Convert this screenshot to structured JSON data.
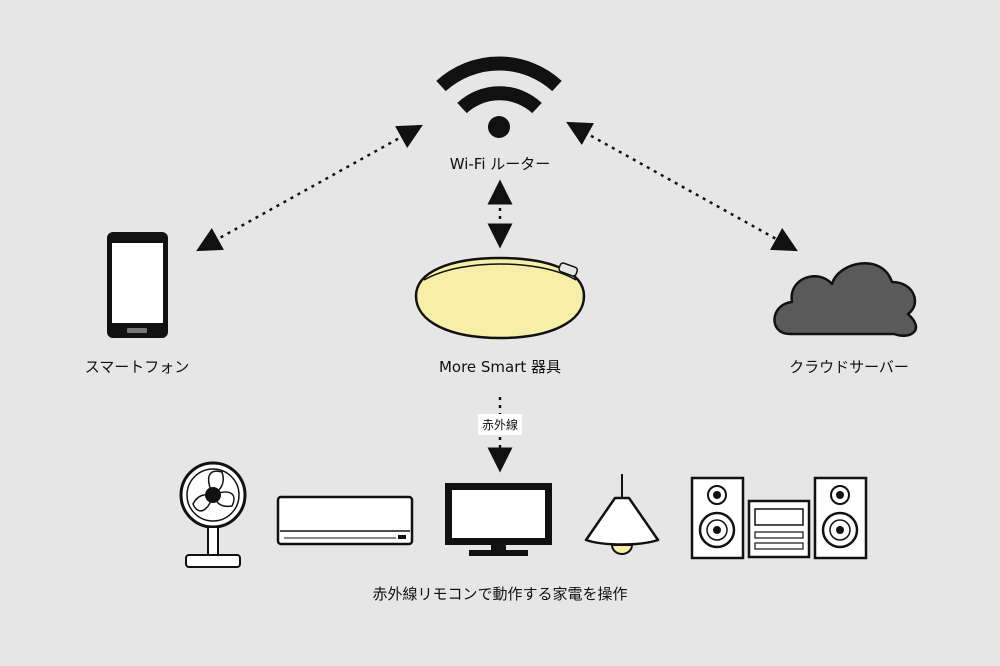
{
  "nodes": {
    "router": {
      "label": "Wi-Fi ルーター",
      "icon": "wifi-icon"
    },
    "smartphone": {
      "label": "スマートフォン",
      "icon": "smartphone-icon"
    },
    "device": {
      "label": "More Smart 器具",
      "icon": "ceiling-light-icon",
      "color": "#f7efa8"
    },
    "cloud": {
      "label": "クラウドサーバー",
      "icon": "cloud-icon",
      "color": "#5a5a5a"
    }
  },
  "ir_link": {
    "label": "赤外線"
  },
  "appliances": {
    "items": [
      "fan-icon",
      "air-conditioner-icon",
      "television-icon",
      "pendant-lamp-icon",
      "stereo-system-icon"
    ],
    "caption": "赤外線リモコンで動作する家電を操作"
  },
  "colors": {
    "background": "#e6e6e6",
    "stroke": "#111111"
  }
}
